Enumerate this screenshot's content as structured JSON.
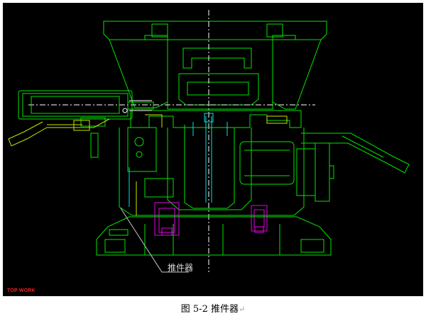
{
  "drawing": {
    "callout_label": "推件器",
    "watermark": "TOP WORK",
    "colors": {
      "background": "#000000",
      "main_outline": "#00e600",
      "secondary": "#c8e600",
      "accent_cyan": "#00e6e6",
      "accent_magenta": "#e600e6",
      "accent_white": "#ffffff",
      "watermark": "#ff2020"
    }
  },
  "caption": {
    "text": "图 5-2  推件器",
    "return_mark": "↵"
  }
}
